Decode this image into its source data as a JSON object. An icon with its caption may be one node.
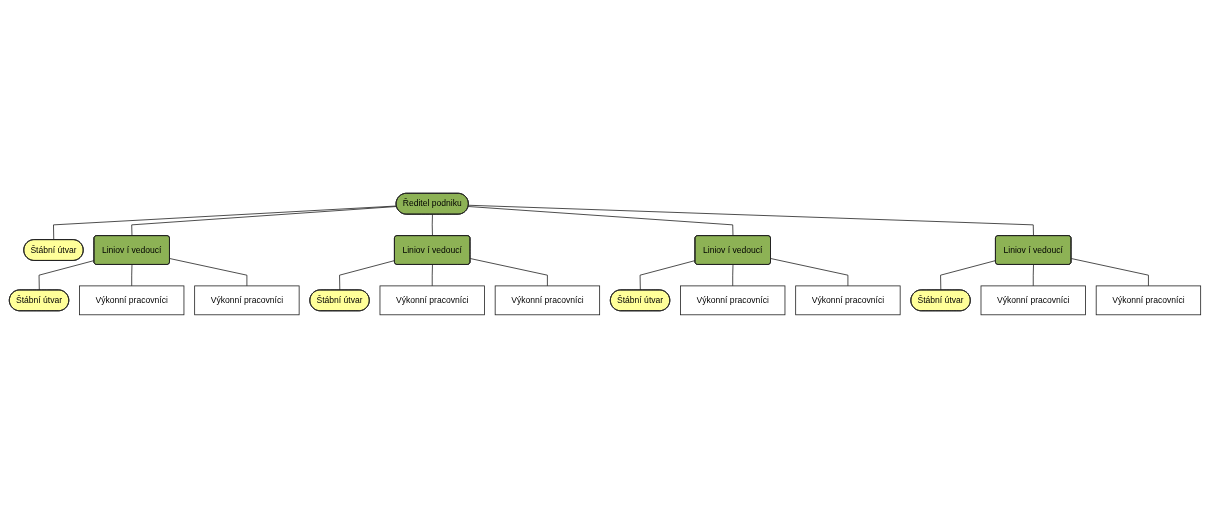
{
  "diagram": {
    "nodes": [
      {
        "text": [
          "Ředitel podniku"
        ]
      },
      {
        "text": [
          "Štábní útvar"
        ]
      },
      {
        "text": [
          "Liniov í vedoucí"
        ]
      },
      {
        "text": [
          "Liniov í vedoucí"
        ]
      },
      {
        "text": [
          "Liniov í vedoucí"
        ]
      },
      {
        "text": [
          "Liniov í vedoucí"
        ]
      },
      {
        "text": [
          "Štábní útvar"
        ]
      },
      {
        "text": [
          "Štábní útvar"
        ]
      },
      {
        "text": [
          "Štábní útvar"
        ]
      },
      {
        "text": [
          "Štábní útvar"
        ]
      },
      {
        "text": [
          "Výkonní pracovníci"
        ]
      },
      {
        "text": [
          "Výkonní pracovníci"
        ]
      },
      {
        "text": [
          "Výkonní pracovníci"
        ]
      },
      {
        "text": [
          "Výkonní pracovníci"
        ]
      },
      {
        "text": [
          "Výkonní pracovníci"
        ]
      },
      {
        "text": [
          "Výkonní pracovníci"
        ]
      },
      {
        "text": [
          "Výkonní pracovníci"
        ]
      },
      {
        "text": [
          "Výkonní pracovníci"
        ]
      }
    ],
    "edges": [
      {
        "from": 0,
        "to": 1,
        "arrow": "none"
      },
      {
        "from": 0,
        "to": 2,
        "arrow": "none"
      },
      {
        "from": 0,
        "to": 3,
        "arrow": "none"
      },
      {
        "from": 0,
        "to": 4,
        "arrow": "none"
      },
      {
        "from": 0,
        "to": 5,
        "arrow": "none"
      },
      {
        "from": 2,
        "to": 6,
        "arrow": "none"
      },
      {
        "from": 2,
        "to": 10,
        "arrow": "none"
      },
      {
        "from": 2,
        "to": 11,
        "arrow": "none"
      },
      {
        "from": 3,
        "to": 7,
        "arrow": "none"
      },
      {
        "from": 3,
        "to": 12,
        "arrow": "none"
      },
      {
        "from": 3,
        "to": 13,
        "arrow": "none"
      },
      {
        "from": 4,
        "to": 8,
        "arrow": "none"
      },
      {
        "from": 4,
        "to": 14,
        "arrow": "none"
      },
      {
        "from": 4,
        "to": 15,
        "arrow": "none"
      },
      {
        "from": 5,
        "to": 9,
        "arrow": "none"
      },
      {
        "from": 5,
        "to": 16,
        "arrow": "none"
      },
      {
        "from": 5,
        "to": 17,
        "arrow": "none"
      }
    ]
  }
}
